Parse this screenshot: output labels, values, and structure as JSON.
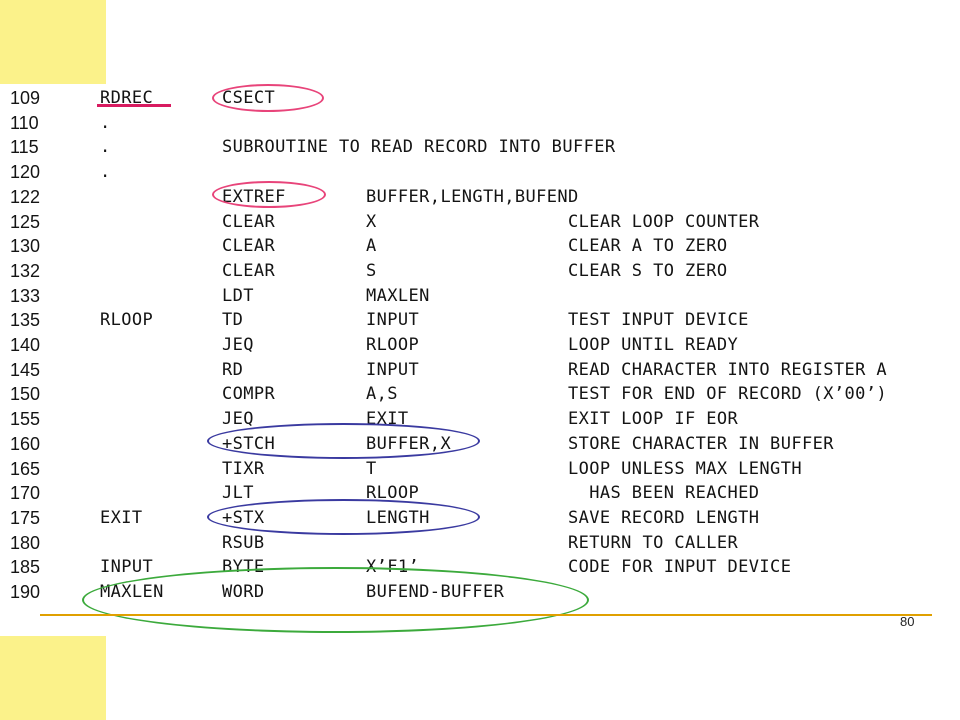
{
  "listing": [
    {
      "line": "109",
      "label": "RDREC",
      "op": "CSECT",
      "operand": "",
      "comment": ""
    },
    {
      "line": "110",
      "label": ".",
      "op": "",
      "operand": "",
      "comment": ""
    },
    {
      "line": "115",
      "label": ".",
      "op": "SUBROUTINE TO READ RECORD INTO BUFFER",
      "operand": "",
      "comment": ""
    },
    {
      "line": "120",
      "label": ".",
      "op": "",
      "operand": "",
      "comment": ""
    },
    {
      "line": "122",
      "label": "",
      "op": "EXTREF",
      "operand": "BUFFER,LENGTH,BUFEND",
      "comment": ""
    },
    {
      "line": "125",
      "label": "",
      "op": "CLEAR",
      "operand": "X",
      "comment": "CLEAR LOOP COUNTER"
    },
    {
      "line": "130",
      "label": "",
      "op": "CLEAR",
      "operand": "A",
      "comment": "CLEAR A TO ZERO"
    },
    {
      "line": "132",
      "label": "",
      "op": "CLEAR",
      "operand": "S",
      "comment": "CLEAR S TO ZERO"
    },
    {
      "line": "133",
      "label": "",
      "op": "LDT",
      "operand": "MAXLEN",
      "comment": ""
    },
    {
      "line": "135",
      "label": "RLOOP",
      "op": "TD",
      "operand": "INPUT",
      "comment": "TEST INPUT DEVICE"
    },
    {
      "line": "140",
      "label": "",
      "op": "JEQ",
      "operand": "RLOOP",
      "comment": "LOOP UNTIL READY"
    },
    {
      "line": "145",
      "label": "",
      "op": "RD",
      "operand": "INPUT",
      "comment": "READ CHARACTER INTO REGISTER A"
    },
    {
      "line": "150",
      "label": "",
      "op": "COMPR",
      "operand": "A,S",
      "comment": "TEST FOR END OF RECORD (X’00’)"
    },
    {
      "line": "155",
      "label": "",
      "op": "JEQ",
      "operand": "EXIT",
      "comment": "EXIT LOOP IF EOR"
    },
    {
      "line": "160",
      "label": "",
      "op": "+STCH",
      "operand": "BUFFER,X",
      "comment": "STORE CHARACTER IN BUFFER"
    },
    {
      "line": "165",
      "label": "",
      "op": "TIXR",
      "operand": "T",
      "comment": "LOOP UNLESS MAX LENGTH"
    },
    {
      "line": "170",
      "label": "",
      "op": "JLT",
      "operand": "RLOOP",
      "comment": "  HAS BEEN REACHED"
    },
    {
      "line": "175",
      "label": "EXIT",
      "op": "+STX",
      "operand": "LENGTH",
      "comment": "SAVE RECORD LENGTH"
    },
    {
      "line": "180",
      "label": "",
      "op": "RSUB",
      "operand": "",
      "comment": "RETURN TO CALLER"
    },
    {
      "line": "185",
      "label": "INPUT",
      "op": "BYTE",
      "operand": "X’F1’",
      "comment": "CODE FOR INPUT DEVICE"
    },
    {
      "line": "190",
      "label": "MAXLEN",
      "op": "WORD",
      "operand": "BUFEND-BUFFER",
      "comment": ""
    }
  ],
  "page_number": "80",
  "colors": {
    "background": "#ffffff",
    "deco_yellow": "#fbf28a",
    "highlight_red": "#e8447a",
    "highlight_blue": "#3a3aa0",
    "highlight_green": "#3caa3c",
    "footer_rule": "#e0a000"
  }
}
